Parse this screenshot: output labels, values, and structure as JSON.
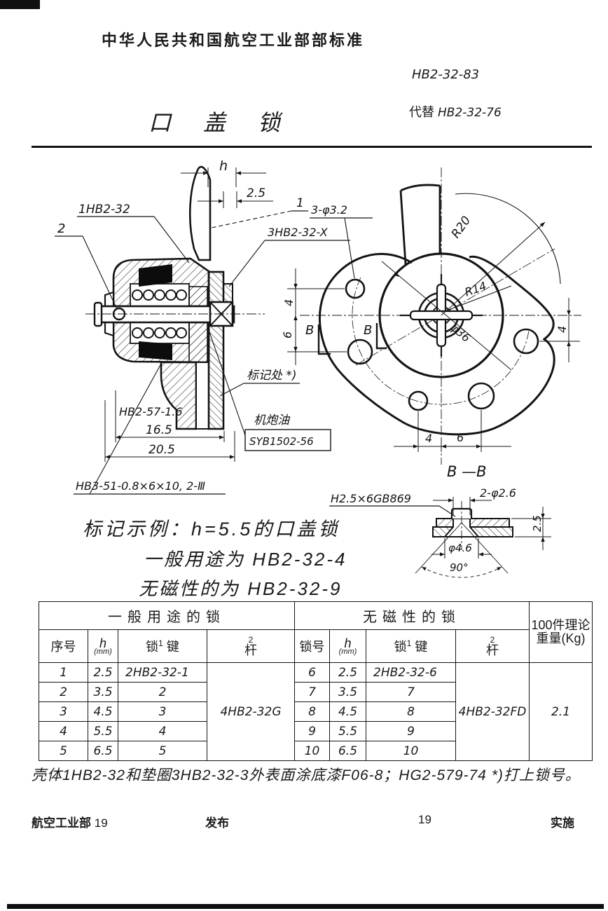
{
  "colors": {
    "ink": "#141414",
    "paper": "#ffffff"
  },
  "header": {
    "standard_org": "中华人民共和国航空工业部部标准",
    "standard_no": "HB2-32-83",
    "supersedes_label": "代替",
    "supersedes_no": "HB2-32-76",
    "title": "口盖锁"
  },
  "drawing": {
    "section_view": {
      "dim_h": "h",
      "dim_25": "2.5",
      "label_body": "1HB2-32",
      "label_2": "2",
      "label_spring": "HB2-57-1.6",
      "dim_165": "16.5",
      "dim_205": "20.5",
      "label_rivet": "HB3-51-0.8×6×10, 2-Ⅲ",
      "label_mark": "标记处 *)",
      "label_oil_1": "机炮油",
      "label_oil_2": "SYB1502-56",
      "label_washer": "3HB2-32-X",
      "label_1": "1",
      "label_holes": "3-φ3.2"
    },
    "front_view": {
      "dim_r20": "R20",
      "dim_r14": "R14",
      "dim_d36": "φ36",
      "b_left": "B",
      "b_right": "B",
      "dim_4_left": "4",
      "dim_6_left": "6",
      "dim_4_right": "4",
      "dim_4_bottom": "4",
      "dim_6_bottom": "6",
      "section_title": "B —B"
    },
    "bb_view": {
      "label_screw": "H2.5×6GB869",
      "dim_holes": "2-φ2.6",
      "dim_25": "2.5",
      "dim_d46": "φ4.6",
      "dim_angle": "90°"
    }
  },
  "example": {
    "line1": "标记示例：h=5.5的口盖锁",
    "line2": "一般用途为 HB2-32-4",
    "line3": "无磁性的为 HB2-32-9"
  },
  "table": {
    "group_left": "一般用途的锁",
    "group_right": "无磁性的锁",
    "weight_header_1": "100件理论",
    "weight_header_2": "重量(Kg)",
    "col_seq": "序号",
    "col_lockno": "锁号",
    "col_h": "h",
    "col_h_unit": "(mm)",
    "col_lock": "锁",
    "col_lock_sup": "1",
    "col_key": "键",
    "col_rod": "杆",
    "col_rod_sup": "2",
    "left_rows": [
      {
        "seq": "1",
        "h": "2.5",
        "lock_key": "2HB2-32-1"
      },
      {
        "seq": "2",
        "h": "3.5",
        "lock_key": "2"
      },
      {
        "seq": "3",
        "h": "4.5",
        "lock_key": "3"
      },
      {
        "seq": "4",
        "h": "5.5",
        "lock_key": "4"
      },
      {
        "seq": "5",
        "h": "6.5",
        "lock_key": "5"
      }
    ],
    "left_rod": "4HB2-32G",
    "right_rows": [
      {
        "seq": "6",
        "h": "2.5",
        "lock_key": "2HB2-32-6"
      },
      {
        "seq": "7",
        "h": "3.5",
        "lock_key": "7"
      },
      {
        "seq": "8",
        "h": "4.5",
        "lock_key": "8"
      },
      {
        "seq": "9",
        "h": "5.5",
        "lock_key": "9"
      },
      {
        "seq": "10",
        "h": "6.5",
        "lock_key": "10"
      }
    ],
    "right_rod": "4HB2-32FD",
    "weight": "2.1"
  },
  "footnote": "壳体1HB2-32和垫圈3HB2-32-3外表面涂底漆F06-8；HG2-579-74 *)打上锁号。",
  "footer": {
    "org": "航空工业部",
    "year_left": "19",
    "publish": "发布",
    "year_right": "19",
    "implement": "实施"
  }
}
